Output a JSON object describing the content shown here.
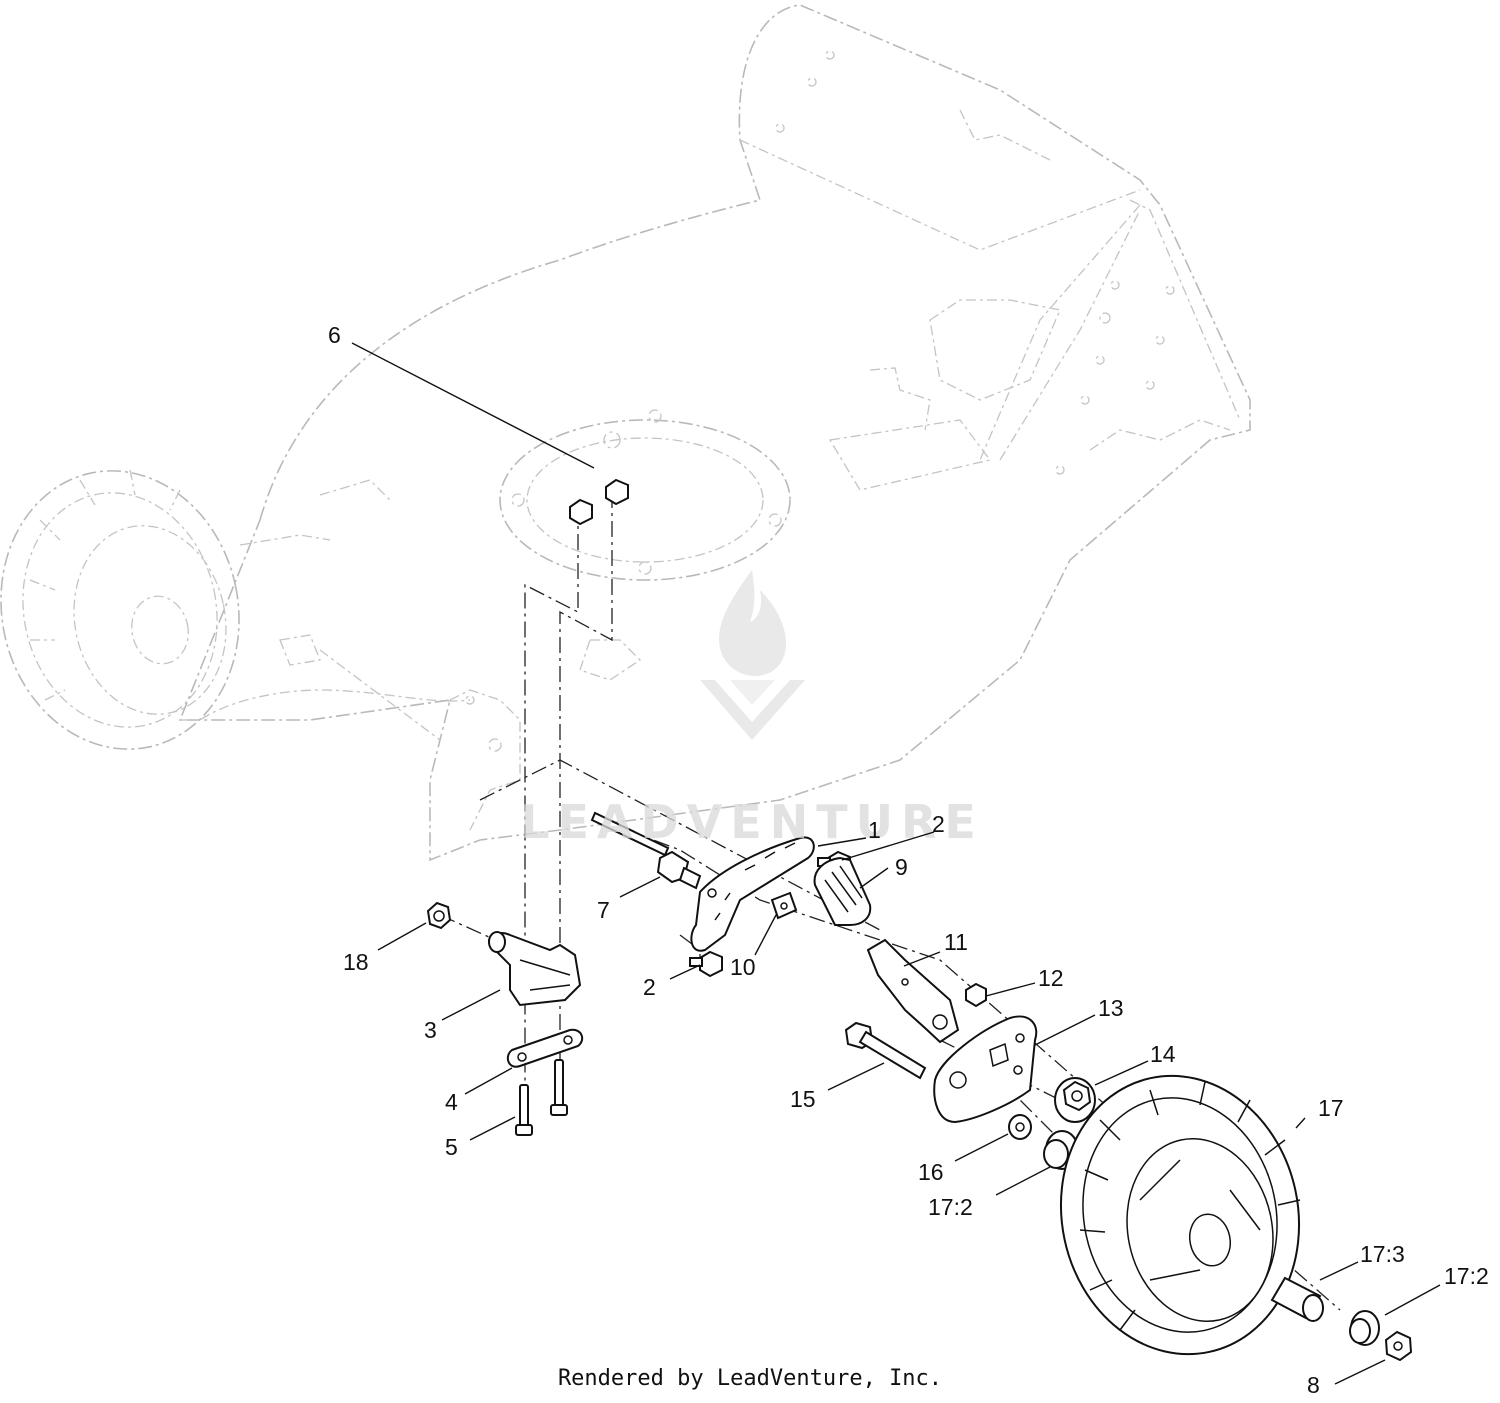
{
  "diagram": {
    "callouts": [
      "1",
      "2",
      "2",
      "3",
      "4",
      "5",
      "6",
      "7",
      "8",
      "9",
      "10",
      "11",
      "12",
      "13",
      "14",
      "15",
      "16",
      "17",
      "17:2",
      "17:2",
      "17:3",
      "18"
    ]
  },
  "watermark": {
    "text": "LEADVENTURE"
  },
  "footer": {
    "text": "Rendered by LeadVenture, Inc."
  }
}
